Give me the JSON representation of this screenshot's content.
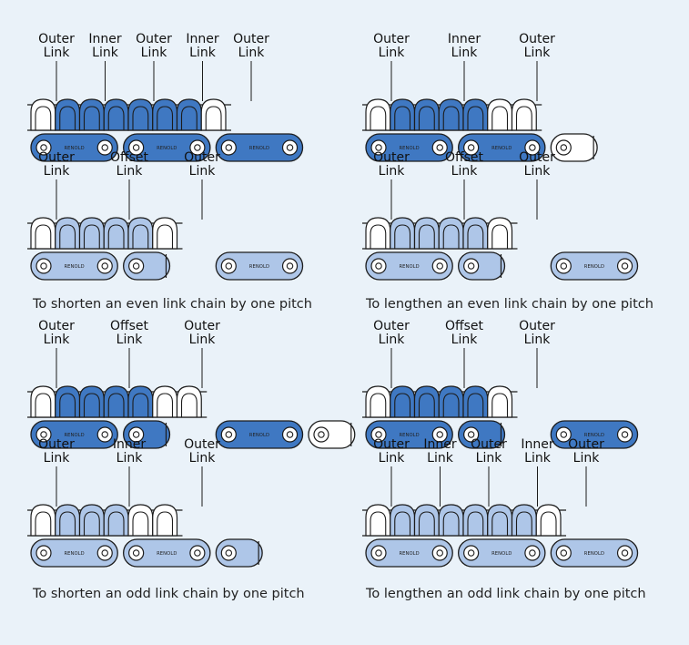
{
  "colors": {
    "background": "#eaf2f9",
    "dark_link": "#3f78c2",
    "light_link": "#aec6e8",
    "plain_link": "#ffffff",
    "outline": "#1c1c1c"
  },
  "brand_mark": "RENOLD",
  "panels": [
    {
      "caption": "To shorten an even link chain by one pitch",
      "top": {
        "labels": [
          "Outer\nLink",
          "Inner\nLink",
          "Outer\nLink",
          "Inner\nLink",
          "Outer\nLink"
        ],
        "pattern": [
          "p",
          "d",
          "d",
          "d",
          "d",
          "d",
          "d",
          "p"
        ],
        "plates": [
          [
            0,
            1
          ],
          [
            1,
            2
          ],
          [
            2,
            3
          ]
        ]
      },
      "bottom": {
        "labels": [
          "Outer\nLink",
          "Offset\nLink",
          "Outer\nLink"
        ],
        "pattern": [
          "p",
          "l",
          "l",
          "l",
          "l",
          "p"
        ],
        "plates": [
          [
            0,
            1
          ],
          [
            1,
            1
          ],
          [
            1,
            2
          ]
        ]
      }
    },
    {
      "caption": "To lengthen an even link chain by one pitch",
      "top": {
        "labels": [
          "Outer\nLink",
          "Inner\nLink",
          "Outer\nLink"
        ],
        "pattern": [
          "p",
          "d",
          "d",
          "d",
          "d",
          "p",
          "p"
        ],
        "plates": [
          [
            0,
            1
          ],
          [
            1,
            2
          ],
          [
            2,
            2
          ]
        ]
      },
      "bottom": {
        "labels": [
          "Outer\nLink",
          "Offset\nLink",
          "Outer\nLink"
        ],
        "pattern": [
          "p",
          "l",
          "l",
          "l",
          "l",
          "p"
        ],
        "plates": [
          [
            0,
            1
          ],
          [
            1,
            1
          ],
          [
            1,
            2
          ]
        ]
      }
    },
    {
      "caption": "To shorten an odd link chain by one pitch",
      "top": {
        "labels": [
          "Outer\nLink",
          "Offset\nLink",
          "Outer\nLink"
        ],
        "pattern": [
          "p",
          "d",
          "d",
          "d",
          "d",
          "p",
          "p"
        ],
        "plates": [
          [
            0,
            1
          ],
          [
            1,
            1
          ],
          [
            1,
            2
          ],
          [
            2,
            2
          ]
        ]
      },
      "bottom": {
        "labels": [
          "Outer\nLink",
          "Inner\nLink",
          "Outer\nLink"
        ],
        "pattern": [
          "p",
          "l",
          "l",
          "l",
          "p",
          "p"
        ],
        "plates": [
          [
            0,
            1
          ],
          [
            1,
            2
          ],
          [
            2,
            2
          ]
        ]
      }
    },
    {
      "caption": "To lengthen an odd link chain by one pitch",
      "top": {
        "labels": [
          "Outer\nLink",
          "Offset\nLink",
          "Outer\nLink"
        ],
        "pattern": [
          "p",
          "d",
          "d",
          "d",
          "d",
          "p"
        ],
        "plates": [
          [
            0,
            1
          ],
          [
            1,
            1
          ],
          [
            1,
            2
          ]
        ]
      },
      "bottom": {
        "labels": [
          "Outer\nLink",
          "Inner\nLink",
          "Outer\nLink",
          "Inner\nLink",
          "Outer\nLink"
        ],
        "pattern": [
          "p",
          "l",
          "l",
          "l",
          "l",
          "l",
          "l",
          "p"
        ],
        "plates": [
          [
            0,
            1
          ],
          [
            1,
            2
          ],
          [
            2,
            3
          ]
        ]
      }
    }
  ]
}
